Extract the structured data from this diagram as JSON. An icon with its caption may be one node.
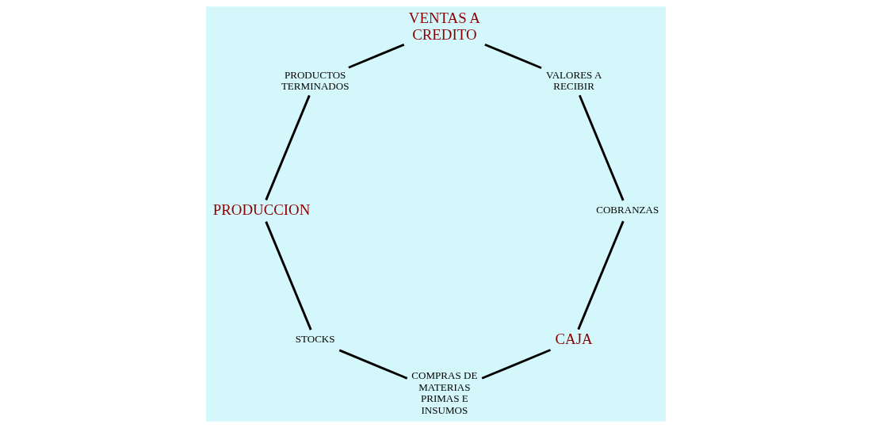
{
  "diagram": {
    "nodes": [
      {
        "text": [
          "CAJA"
        ]
      },
      {
        "text": [
          "COMPRAS DE MATERIAS PRIMAS E INSUMOS"
        ]
      },
      {
        "text": [
          "STOCKS"
        ]
      },
      {
        "text": [
          "PRODUCCION"
        ]
      },
      {
        "text": [
          "PRODUCTOS TERMINADOS"
        ]
      },
      {
        "text": [
          "VENTAS A CREDITO"
        ]
      },
      {
        "text": [
          "VALORES A RECIBIR"
        ]
      },
      {
        "text": [
          "COBRANZAS"
        ]
      }
    ],
    "edges": [
      {
        "from": 0,
        "to": 1,
        "arrow": "none"
      },
      {
        "from": 1,
        "to": 2,
        "arrow": "none"
      },
      {
        "from": 2,
        "to": 3,
        "arrow": "none"
      },
      {
        "from": 3,
        "to": 4,
        "arrow": "none"
      },
      {
        "from": 4,
        "to": 5,
        "arrow": "none"
      },
      {
        "from": 5,
        "to": 6,
        "arrow": "none"
      },
      {
        "from": 6,
        "to": 7,
        "arrow": "none"
      },
      {
        "from": 7,
        "to": 0,
        "arrow": "none"
      }
    ]
  }
}
